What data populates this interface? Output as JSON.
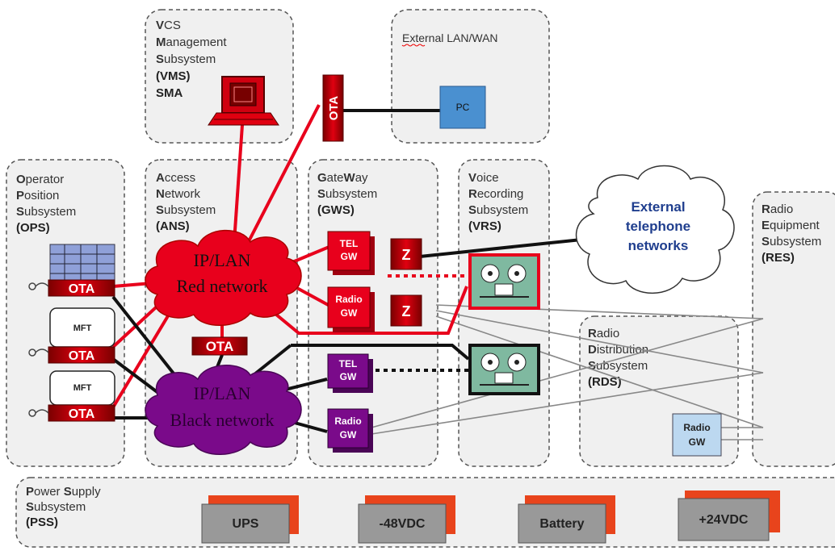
{
  "colors": {
    "red_net": "#e8001c",
    "black_net": "#7a0a8a",
    "pc_box": "#4a90d0",
    "radio_gw_rds": "#bcd8f0",
    "recorder_fill": "#7fb9a0",
    "telephone_text": "#1f3e8e"
  },
  "subsystems": {
    "vms": {
      "lines": [
        [
          "V",
          "CS"
        ],
        [
          "M",
          "anagement"
        ],
        [
          "S",
          "ubsystem"
        ]
      ],
      "abbr": "(VMS)",
      "extra": "SMA"
    },
    "ext_lan": {
      "title": "External LAN/WAN",
      "pc": "PC"
    },
    "ops": {
      "lines": [
        [
          "O",
          "perator"
        ],
        [
          "P",
          "osition"
        ],
        [
          "S",
          "ubsystem"
        ]
      ],
      "abbr": "(OPS)"
    },
    "ans": {
      "lines": [
        [
          "A",
          "ccess"
        ],
        [
          "N",
          "etwork"
        ],
        [
          "S",
          "ubsystem"
        ]
      ],
      "abbr": "(ANS)"
    },
    "gws": {
      "lines": [
        [
          "G",
          "ate",
          "W",
          "ay"
        ],
        [
          "S",
          "ubsystem"
        ]
      ],
      "abbr": "(GWS)"
    },
    "vrs": {
      "lines": [
        [
          "V",
          "oice"
        ],
        [
          "R",
          "ecording"
        ],
        [
          "S",
          "ubsystem"
        ]
      ],
      "abbr": "(VRS)"
    },
    "res": {
      "lines": [
        [
          "R",
          "adio"
        ],
        [
          "E",
          "quipment"
        ],
        [
          "S",
          "ubsystem"
        ]
      ],
      "abbr": "(RES)"
    },
    "rds": {
      "lines": [
        [
          "R",
          "adio"
        ],
        [
          "D",
          "istribution"
        ],
        [
          "S",
          "ubsystem"
        ]
      ],
      "abbr": "(RDS)"
    },
    "pss": {
      "lines": [
        [
          "P",
          "ower ",
          "S",
          "upply"
        ],
        [
          "S",
          "ubsystem"
        ]
      ],
      "abbr": "(PSS)"
    }
  },
  "clouds": {
    "red": {
      "line1": "IP/LAN",
      "line2": "Red network"
    },
    "black": {
      "line1": "IP/LAN",
      "line2": "Black network"
    },
    "external": {
      "line1": "External",
      "line2": "telephone",
      "line3": "networks"
    }
  },
  "boxes": {
    "ota": "OTA",
    "mft": "MFT",
    "tel_gw": [
      "TEL",
      "GW"
    ],
    "radio_gw": [
      "Radio",
      "GW"
    ],
    "z": "Z"
  },
  "power": [
    "UPS",
    "-48VDC",
    "Battery",
    "+24VDC"
  ]
}
